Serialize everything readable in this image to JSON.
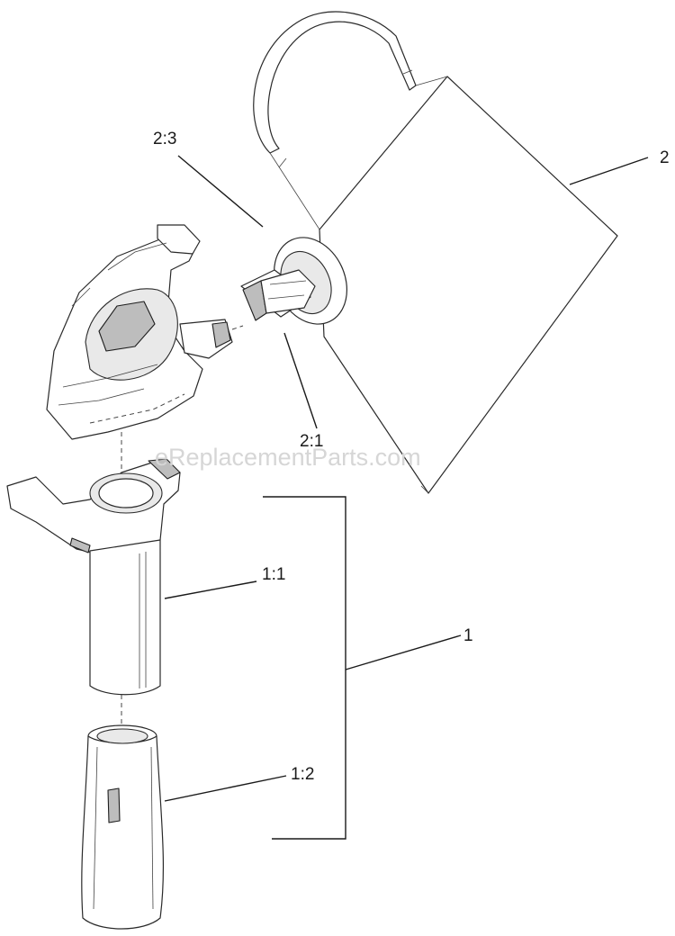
{
  "watermark": "eReplacementParts.com",
  "callouts": {
    "c2": "2",
    "c2_3": "2:3",
    "c2_1": "2:1",
    "c1": "1",
    "c1_1": "1:1",
    "c1_2": "1:2"
  }
}
